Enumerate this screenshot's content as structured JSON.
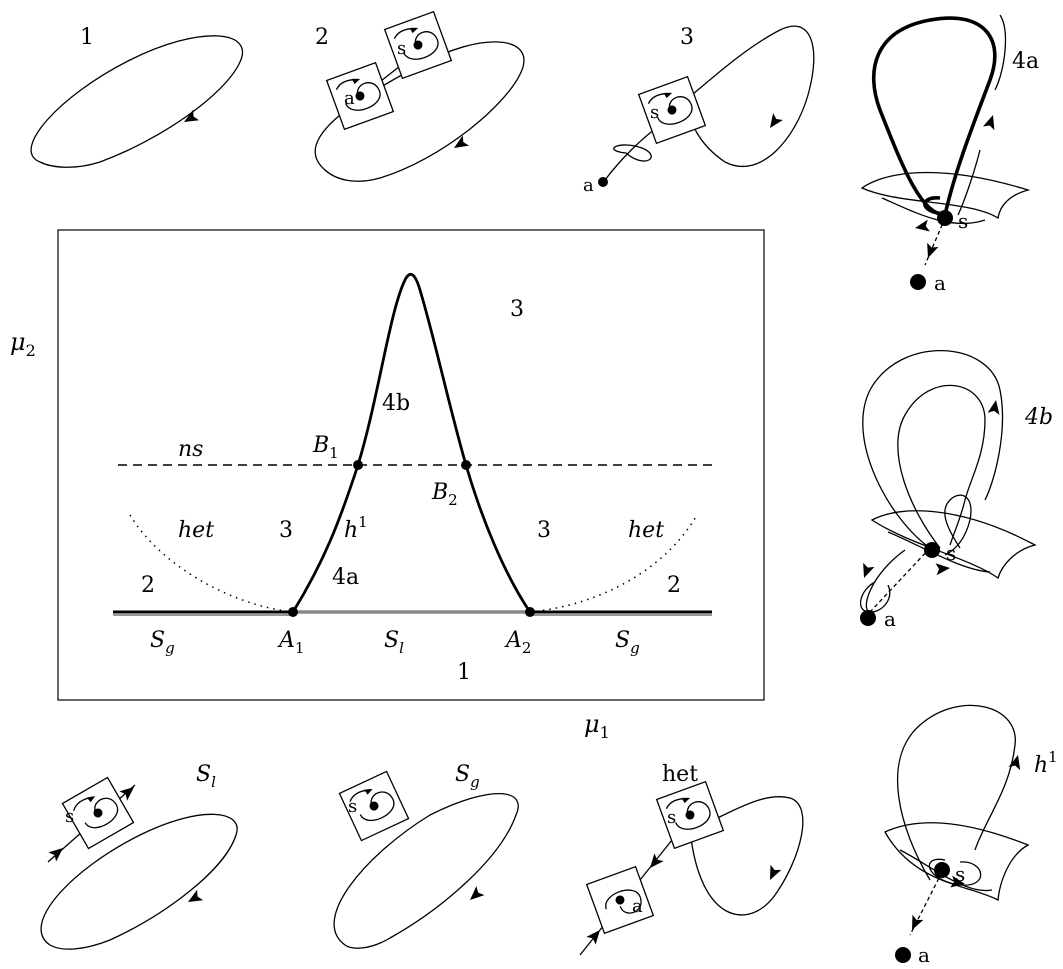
{
  "axes": {
    "x_label": "μ",
    "x_sub": "1",
    "y_label": "μ",
    "y_sub": "2"
  },
  "regions": {
    "r1": "1",
    "r2_left": "2",
    "r2_right": "2",
    "r3_top": "3",
    "r3_left": "3",
    "r3_right": "3",
    "r4a": "4a",
    "r4b": "4b"
  },
  "curves": {
    "ns": "ns",
    "het_left": "het",
    "het_right": "het",
    "h": "h",
    "h_sup": "1",
    "S": "S",
    "g": "g",
    "l": "l"
  },
  "points": {
    "A": "A",
    "B": "B",
    "one": "1",
    "two": "2"
  },
  "panels": {
    "p1": "1",
    "p2": "2",
    "p3": "3",
    "p4a": "4a",
    "p4b": "4",
    "p4b_sub": "b",
    "Sl_main": "S",
    "Sl_sub": "l",
    "Sg_main": "S",
    "Sg_sub": "g",
    "het": "het",
    "h1_main": "h",
    "h1_sup": "1"
  },
  "markers": {
    "s": "s",
    "a": "a"
  }
}
